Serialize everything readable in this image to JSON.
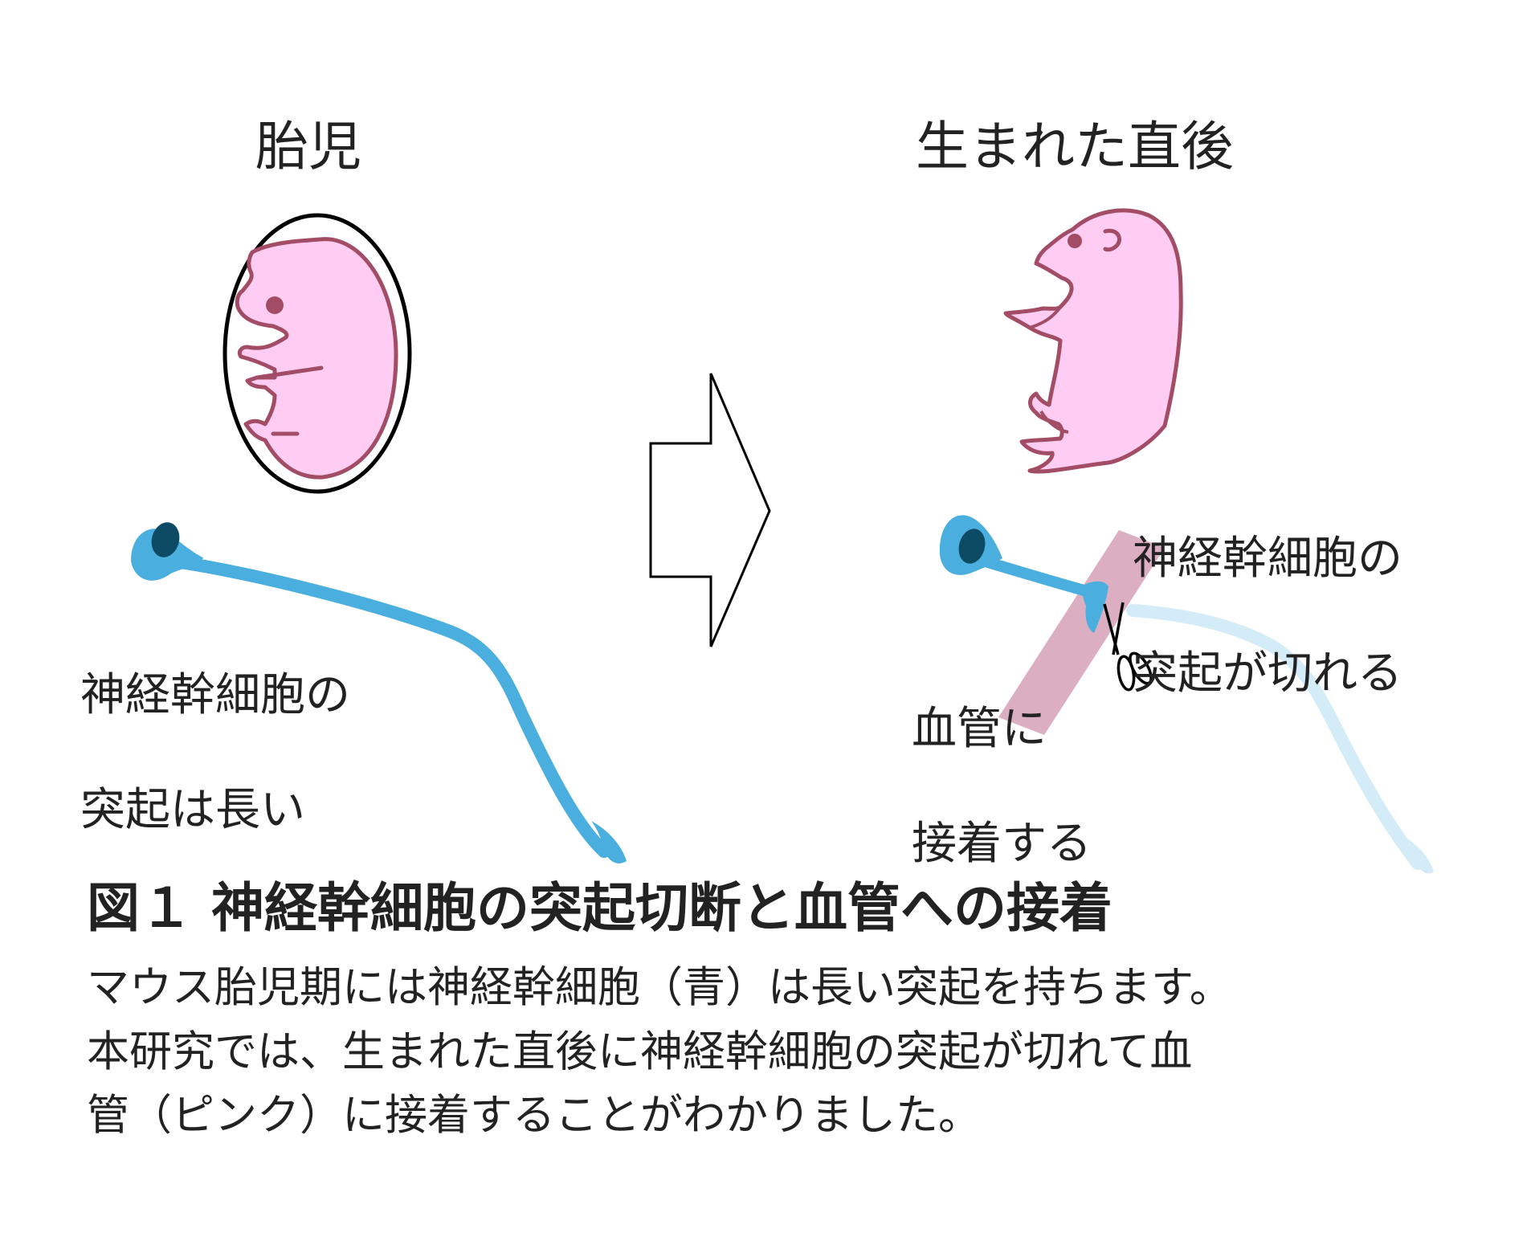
{
  "labels": {
    "fetus": "胎児",
    "newborn": "生まれた直後",
    "fetus_process_line1": "神経幹細胞の",
    "fetus_process_line2": "突起は長い",
    "cut_line1": "神経幹細胞の",
    "cut_line2": "突起が切れる",
    "vessel_line1": "血管に",
    "vessel_line2": "接着する"
  },
  "caption": {
    "title": "図１ 神経幹細胞の突起切断と血管への接着",
    "line1": "マウス胎児期には神経幹細胞（青）は長い突起を持ちます。",
    "line2": "本研究では、生まれた直後に神経幹細胞の突起が切れて血",
    "line3": "管（ピンク）に接着することがわかりました。"
  },
  "colors": {
    "mouse_fill": "#ffcdf3",
    "mouse_outline": "#a24d65",
    "cell_blue": "#4aaedf",
    "nucleus": "#0d4a64",
    "faded_process": "#d3ecf8",
    "vessel_pink": "#dcaec2"
  },
  "icons": [
    "fetus-in-amnion-icon",
    "right-arrow-icon",
    "newborn-mouse-icon",
    "scissors-icon"
  ]
}
